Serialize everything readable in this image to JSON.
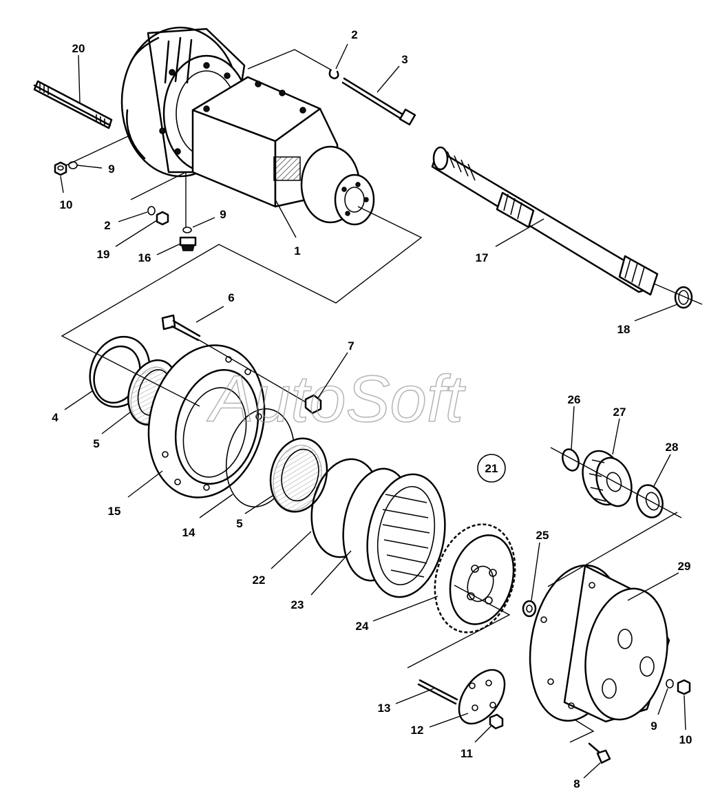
{
  "watermark": "AutoSoft",
  "group_label": "21",
  "callouts": {
    "c1": "1",
    "c2a": "2",
    "c2b": "2",
    "c3": "3",
    "c4": "4",
    "c5a": "5",
    "c5b": "5",
    "c6": "6",
    "c7": "7",
    "c8": "8",
    "c9a": "9",
    "c9b": "9",
    "c9c": "9",
    "c10a": "10",
    "c10b": "10",
    "c11": "11",
    "c12": "12",
    "c13": "13",
    "c14": "14",
    "c15": "15",
    "c16": "16",
    "c17": "17",
    "c18": "18",
    "c19": "19",
    "c20": "20",
    "c22": "22",
    "c23": "23",
    "c24": "24",
    "c25": "25",
    "c26": "26",
    "c27": "27",
    "c28": "28",
    "c29": "29"
  },
  "colors": {
    "line": "#000000",
    "background": "#ffffff",
    "watermark": "#9a9a9a"
  }
}
